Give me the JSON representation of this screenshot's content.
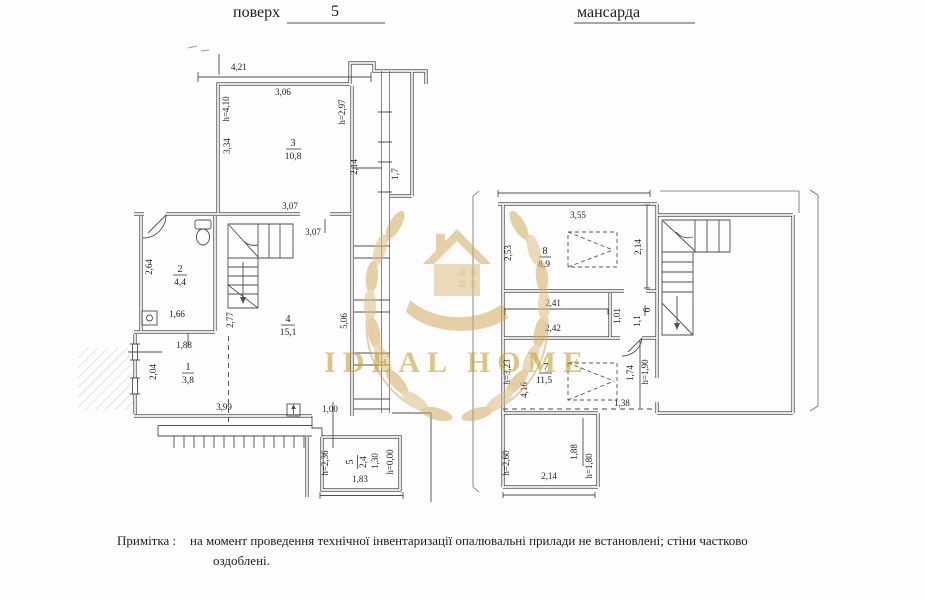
{
  "header": {
    "floor_label": "поверх",
    "floor_value": "5",
    "attic_label": "мансарда"
  },
  "floor5": {
    "rooms": {
      "r1": {
        "num": "1",
        "area": "3,8"
      },
      "r2": {
        "num": "2",
        "area": "4,4"
      },
      "r3": {
        "num": "3",
        "area": "10,8"
      },
      "r4": {
        "num": "4",
        "area": "15,1"
      },
      "r5": {
        "num": "5",
        "area": "2,4"
      },
      "loggia": {
        "area": "1,7"
      }
    },
    "dims": {
      "top": "4,21",
      "room3_top": "3,06",
      "room3_h_left": "h=4,10",
      "room3_left": "3,34",
      "room3_h_right": "h=2,97",
      "room3_bottom": "3,07",
      "hall": "3,07",
      "window": "2,14",
      "stairs": "2,77",
      "room4_right": "5,06",
      "room2_left": "2,64",
      "room2_bottom": "1,66",
      "room1_top": "1,88",
      "room1_left": "2,04",
      "room1_bottom": "3,99",
      "room5_top": "1,00",
      "room5_h_left": "h=2,36",
      "room5_width": "1,30",
      "room5_h_right": "h=0,00",
      "room5_bottom": "1,83"
    }
  },
  "attic": {
    "rooms": {
      "r6": {
        "num": "6",
        "area": "1,1"
      },
      "r7": {
        "num": "7",
        "area": "11,5"
      },
      "r8": {
        "num": "8",
        "area": "8,9"
      }
    },
    "dims": {
      "room8_top": "3,55",
      "room8_left": "2,53",
      "room8_right": "2,14",
      "room8_bottom": "2,41",
      "hall": "2,42",
      "room6_left": "1,01",
      "room7_h_left": "h=3,23",
      "room7_left": "4,16",
      "room7_right": "1,74",
      "room7_h_right": "h=1,90",
      "room7_bottom": "1,38",
      "store_h_left": "h=2,60",
      "store_bottom": "2,14",
      "store_right": "1,88",
      "store_h_right": "h=1,80"
    }
  },
  "watermark": {
    "text": "IDEAL HOME",
    "gold": "#c9a33f"
  },
  "note": {
    "label": "Примітка :",
    "line1": "на момент проведення технічної інвентаризації опалювальні прилади не встановлені; стіни частково",
    "line2": "оздоблені."
  }
}
